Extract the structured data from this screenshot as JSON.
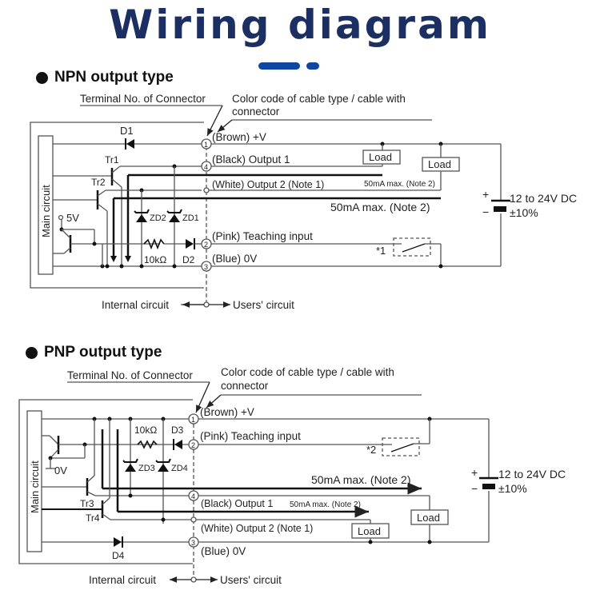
{
  "header": {
    "title": "Wiring diagram",
    "accent_color": "#1b2f63",
    "deco_color": "#0d47a1"
  },
  "npn": {
    "section_title": "NPN output type",
    "terminal_label": "Terminal No. of Connector",
    "color_code_line1": "Color code of cable type / cable with",
    "color_code_line2": "connector",
    "brown": "(Brown) +V",
    "black": "(Black) Output 1",
    "white": "(White) Output 2 (Note 1)",
    "pink": "(Pink) Teaching input",
    "blue": "(Blue) 0V",
    "term1": "1",
    "term2": "2",
    "term3": "3",
    "term4": "4",
    "d1": "D1",
    "d2": "D2",
    "tr1": "Tr1",
    "tr2": "Tr2",
    "zd1": "ZD1",
    "zd2": "ZD2",
    "resistor": "10kΩ",
    "v5": "5V",
    "main_circuit": "Main circuit",
    "load1": "Load",
    "load2": "Load",
    "max_small": "50mA max. (Note 2)",
    "max_large": "50mA max. (Note 2)",
    "switch_note": "*1",
    "supply_line1": "12 to 24V DC",
    "supply_line2": "±10%",
    "plus": "+",
    "minus": "−",
    "internal": "Internal circuit",
    "users": "Users' circuit"
  },
  "pnp": {
    "section_title": "PNP output type",
    "terminal_label": "Terminal No. of Connector",
    "color_code_line1": "Color code of cable type / cable with",
    "color_code_line2": "connector",
    "brown": "(Brown) +V",
    "pink": "(Pink) Teaching input",
    "black": "(Black) Output 1",
    "white": "(White) Output 2 (Note 1)",
    "blue": "(Blue) 0V",
    "term1": "1",
    "term2": "2",
    "term3": "3",
    "term4": "4",
    "d3": "D3",
    "d4": "D4",
    "tr3": "Tr3",
    "tr4": "Tr4",
    "zd3": "ZD3",
    "zd4": "ZD4",
    "resistor": "10kΩ",
    "v0": "0V",
    "main_circuit": "Main circuit",
    "load1": "Load",
    "load2": "Load",
    "max_small": "50mA max. (Note 2)",
    "max_large": "50mA max. (Note 2)",
    "switch_note": "*2",
    "supply_line1": "12 to 24V DC",
    "supply_line2": "±10%",
    "plus": "+",
    "minus": "−",
    "internal": "Internal circuit",
    "users": "Users' circuit"
  }
}
